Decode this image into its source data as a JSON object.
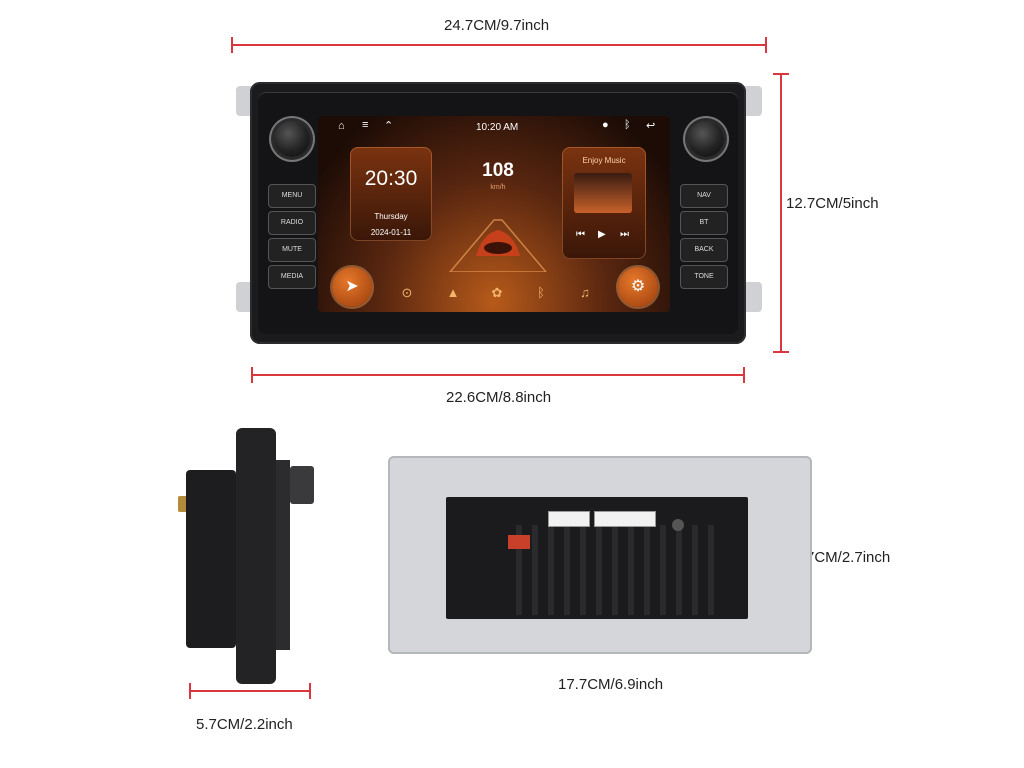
{
  "dimensions": {
    "front_width": "24.7CM/9.7inch",
    "front_height": "12.7CM/5inch",
    "front_body_width": "22.6CM/8.8inch",
    "side_depth": "5.7CM/2.2inch",
    "rear_width": "17.7CM/6.9inch",
    "rear_height": "7CM/2.7inch"
  },
  "hard_buttons": {
    "left": [
      "MENU",
      "RADIO",
      "MUTE",
      "MEDIA"
    ],
    "right": [
      "NAV",
      "BT",
      "BACK",
      "TONE"
    ]
  },
  "screen": {
    "status_time": "10:20 AM",
    "clock": "20:30",
    "weekday": "Thursday",
    "date": "2024-01-11",
    "speed": "108",
    "speed_unit": "km/h",
    "music_title": "Enjoy Music"
  },
  "icons": {
    "status_left": [
      "home-icon",
      "menu-icon",
      "chevron-up-icon"
    ],
    "status_right": [
      "location-icon",
      "bluetooth-icon",
      "back-icon"
    ],
    "dock": [
      "navigation-icon",
      "play-circle-icon",
      "android-icon",
      "apps-icon",
      "bluetooth-icon",
      "music-icon",
      "settings-icon"
    ],
    "music_controls": [
      "previous-icon",
      "play-icon",
      "next-icon"
    ]
  },
  "accent_colors": {
    "dimension_line": "#d9363e",
    "screen_orange": "#e6782a"
  }
}
